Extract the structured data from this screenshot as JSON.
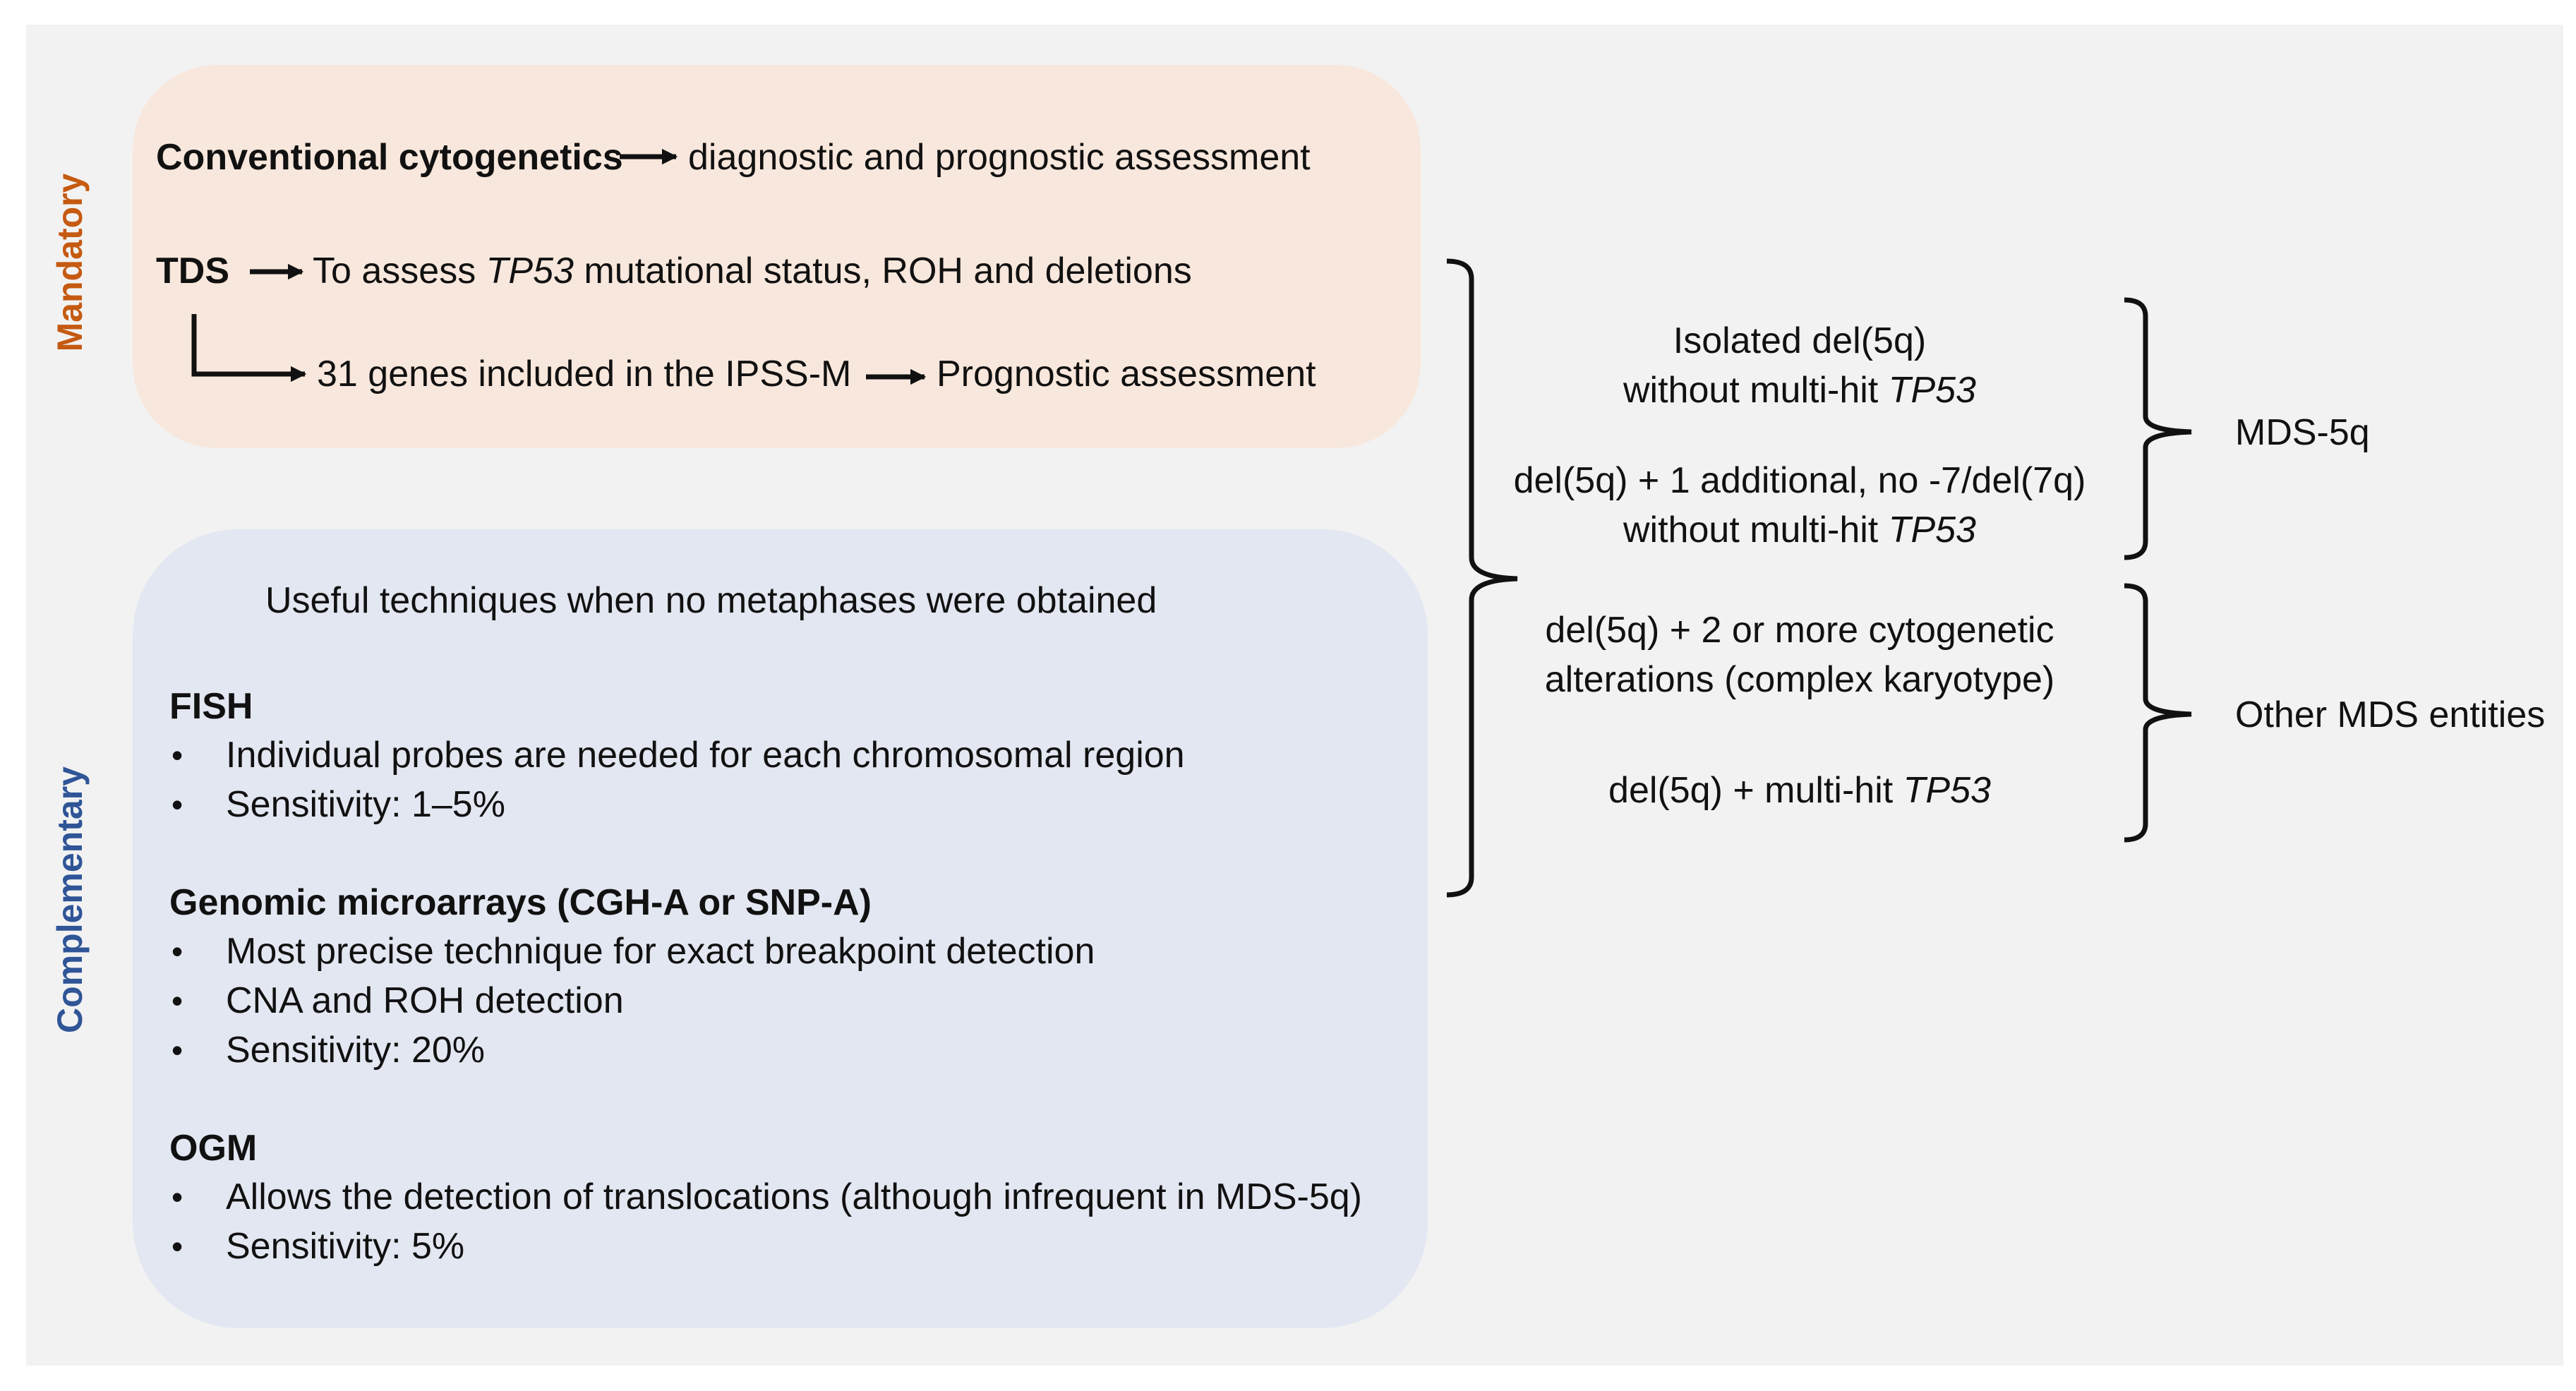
{
  "mandatory": {
    "label": "Mandatory",
    "cc_bold": "Conventional cytogenetics",
    "cc_text": "diagnostic and prognostic assessment",
    "tds_bold": "TDS",
    "tds_text_pre": "To assess ",
    "tds_text_italic": "TP53",
    "tds_text_post": " mutational status, ROH and deletions",
    "ipss_text": "31 genes included in the IPSS-M",
    "ipss_result": "Prognostic assessment"
  },
  "complementary": {
    "label": "Complementary",
    "intro": "Useful techniques when no metaphases were obtained",
    "sections": [
      {
        "heading": "FISH",
        "bullets": [
          "Individual probes are needed for each chromosomal region",
          "Sensitivity: 1–5%"
        ]
      },
      {
        "heading": "Genomic microarrays (CGH-A or SNP-A)",
        "bullets": [
          "Most precise technique for exact breakpoint detection",
          "CNA and ROH detection",
          "Sensitivity: 20%"
        ]
      },
      {
        "heading": "OGM",
        "bullets": [
          "Allows the detection of translocations (although infrequent in MDS-5q)",
          "Sensitivity: 5%"
        ]
      }
    ],
    "bullet_char": "•"
  },
  "classification": {
    "items": [
      {
        "line1": "Isolated del(5q)",
        "line2_pre": "without multi-hit ",
        "line2_italic": "TP53"
      },
      {
        "line1": "del(5q) + 1 additional, no -7/del(7q)",
        "line2_pre": "without multi-hit ",
        "line2_italic": "TP53"
      },
      {
        "line1": "del(5q) + 2 or more cytogenetic",
        "line2_pre": "alterations (complex karyotype)",
        "line2_italic": ""
      },
      {
        "line1_pre": "del(5q) + multi-hit ",
        "line1_italic": "TP53"
      }
    ],
    "group1_label": "MDS-5q",
    "group2_label": "Other MDS entities"
  }
}
